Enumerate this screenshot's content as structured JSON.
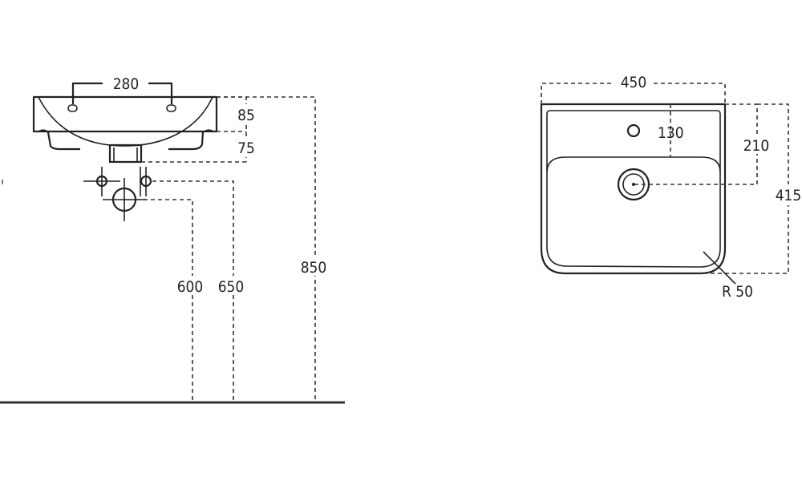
{
  "side_view": {
    "tap_spacing": "280",
    "rim_height": "85",
    "body_depth": "75",
    "waste_height": "600",
    "supply_height": "650",
    "rim_floor_height": "850"
  },
  "top_view": {
    "width": "450",
    "tap_offset": "130",
    "waste_offset": "210",
    "depth": "415",
    "corner_radius": "R 50"
  }
}
